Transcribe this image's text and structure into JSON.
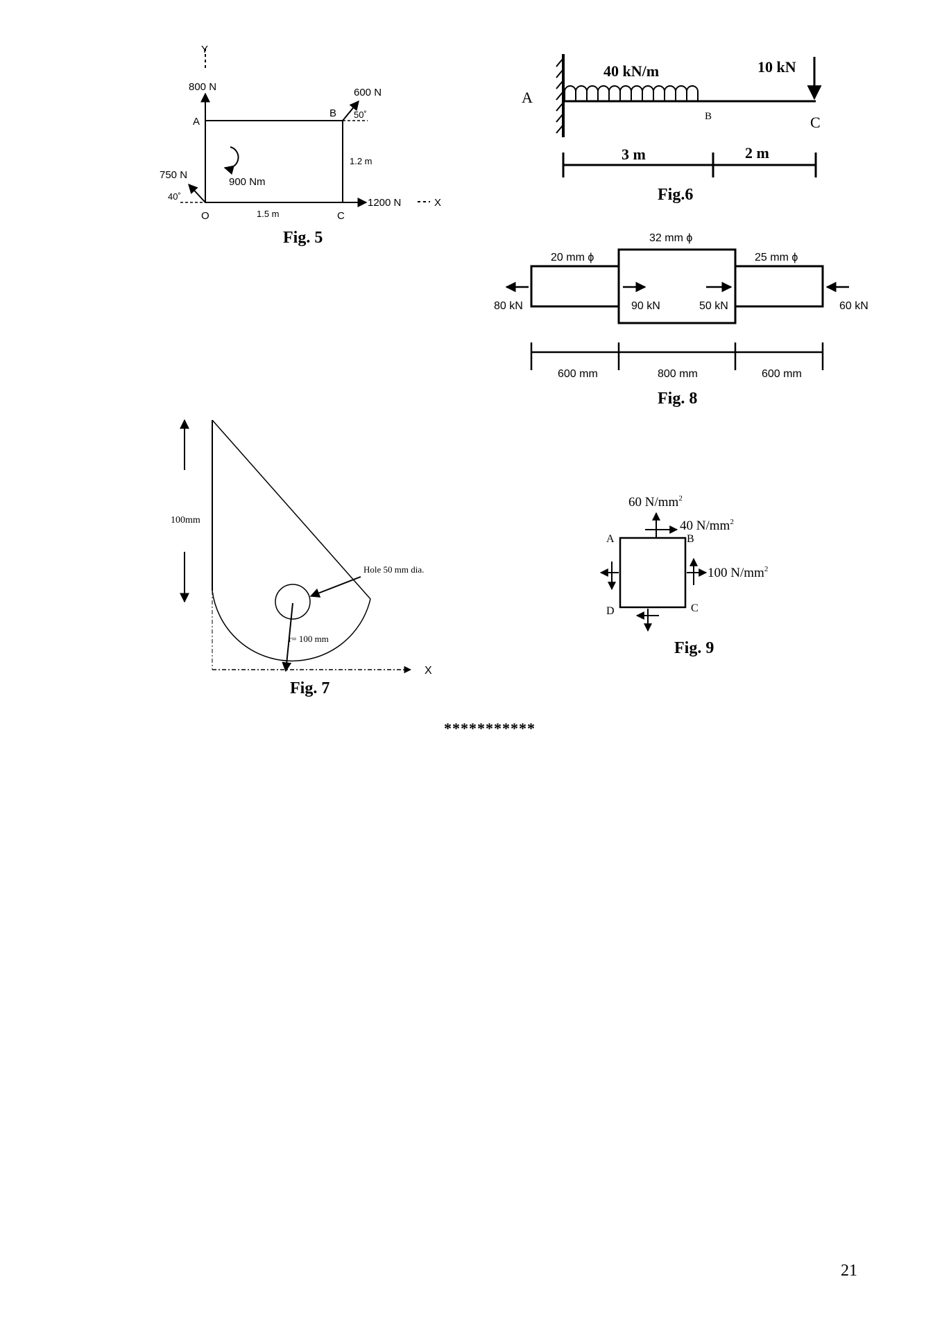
{
  "fig5": {
    "caption": "Fig. 5",
    "axis_y": "Y",
    "axis_x": "X",
    "force_a": "800 N",
    "force_b": "600 N",
    "angle_b": "50˚",
    "force_o": "750 N",
    "angle_o": "40˚",
    "force_c": "1200 N",
    "moment": "900 Nm",
    "dim_h": "1.2 m",
    "dim_w": "1.5 m",
    "pt_a": "A",
    "pt_b": "B",
    "pt_c": "C",
    "pt_o": "O"
  },
  "fig6": {
    "caption": "Fig.6",
    "udl": "40 kN/m",
    "point_load": "10 kN",
    "pt_a": "A",
    "pt_b": "B",
    "pt_c": "C",
    "span1": "3 m",
    "span2": "2 m"
  },
  "fig8": {
    "caption": "Fig. 8",
    "d1": "20 mm ϕ",
    "d2": "32 mm ϕ",
    "d3": "25 mm ϕ",
    "f1": "80 kN",
    "f2": "90 kN",
    "f3": "50 kN",
    "f4": "60 kN",
    "l1": "600 mm",
    "l2": "800 mm",
    "l3": "600 mm"
  },
  "fig7": {
    "caption": "Fig. 7",
    "height": "100mm",
    "hole": "Hole 50 mm dia.",
    "radius": "r= 100 mm",
    "axis_x": "X"
  },
  "fig9": {
    "caption": "Fig. 9",
    "sigma_y": "60 N/mm",
    "tau": "40 N/mm",
    "sigma_x": "100 N/mm",
    "sup": "2",
    "pt_a": "A",
    "pt_b": "B",
    "pt_c": "C",
    "pt_d": "D"
  },
  "footer": {
    "stars": "***********",
    "page_number": "21"
  }
}
